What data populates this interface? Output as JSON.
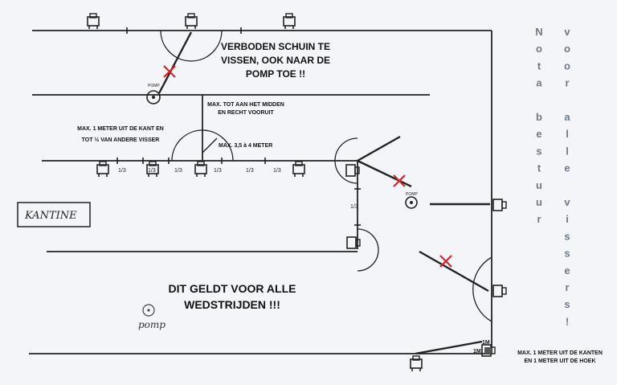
{
  "notes": {
    "no_angle": [
      "VERBODEN SCHUIN TE",
      "VISSEN, OOK NAAR DE",
      "POMP TOE !!"
    ],
    "middle": [
      "MAX. TOT AAN HET MIDDEN",
      "EN RECHT VOORUIT"
    ],
    "side": [
      "MAX. 1 METER UIT DE KANT EN",
      "TOT ½ VAN ANDERE VISSER"
    ],
    "reach": "MAX. 3,5 à 4 METER",
    "all_matches": [
      "DIT GELDT VOOR ALLE",
      "WEDSTRIJDEN !!!"
    ],
    "corner": [
      "MAX. 1 METER UIT DE KANTEN",
      "EN 1 METER UIT DE HOEK"
    ],
    "one_meter_a": "1M",
    "one_meter_b": "1M"
  },
  "labels": {
    "kantine": "KANTINE",
    "pomp_hand": "pomp",
    "pomp_small_1": "POMP",
    "pomp_small_2": "POMP",
    "third": "1/3"
  },
  "vertical_note": {
    "col1": [
      "N",
      "o",
      "t",
      "a",
      "",
      "b",
      "e",
      "s",
      "t",
      "u",
      "u",
      "r"
    ],
    "col2": [
      "v",
      "o",
      "o",
      "r",
      "",
      "a",
      "l",
      "l",
      "e",
      "",
      "v",
      "i",
      "s",
      "s",
      "e",
      "r",
      "s",
      "!"
    ]
  },
  "colors": {
    "paper": "#f4f5f8",
    "ink": "#222222",
    "cross": "#d8222a",
    "note_text": "#6f7a86"
  }
}
